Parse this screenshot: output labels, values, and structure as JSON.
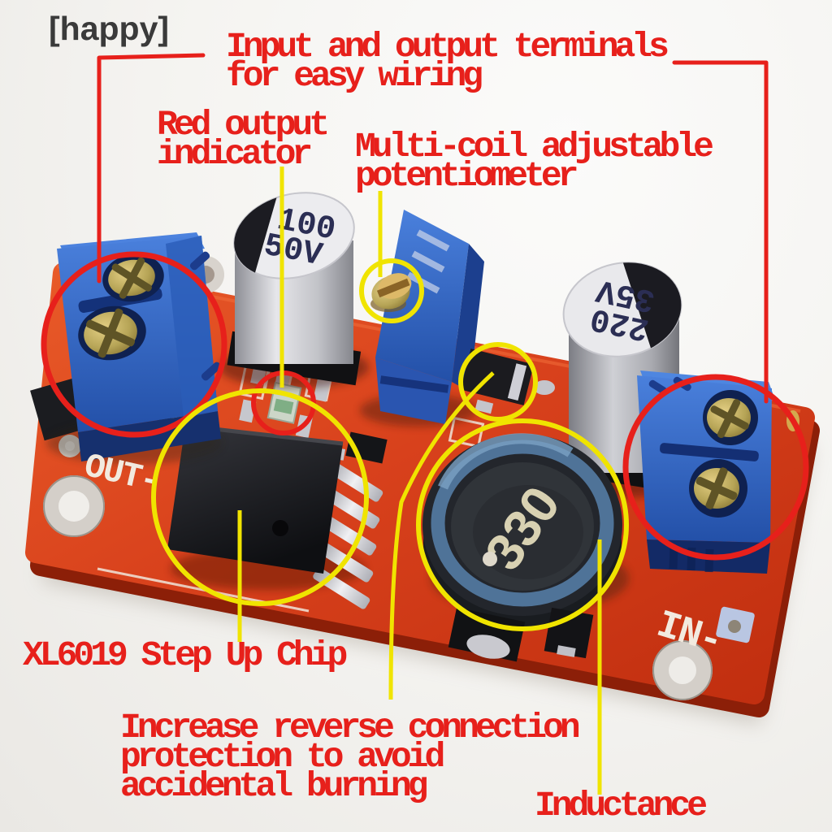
{
  "watermark": {
    "text": "[happy]"
  },
  "annotations": {
    "terminals": {
      "line1": "Input and output terminals",
      "line2": "for easy wiring"
    },
    "indicator": {
      "line1": "Red output",
      "line2": "indicator"
    },
    "potentiometer": {
      "line1": "Multi-coil adjustable",
      "line2": "potentiometer"
    },
    "chip": {
      "line1": "XL6019 Step Up Chip"
    },
    "protection": {
      "line1": "Increase reverse connection",
      "line2": "protection to avoid",
      "line3": "accidental burning"
    },
    "inductance": {
      "line1": "Inductance"
    }
  },
  "board": {
    "silkscreen": {
      "out": "OUT-",
      "in": "IN-"
    },
    "capacitor_left": {
      "value": "100",
      "voltage": "50V"
    },
    "capacitor_right": {
      "value": "220",
      "voltage": "35V"
    },
    "inductor": {
      "value": "330"
    }
  },
  "colors": {
    "annotation_red": "#e7201b",
    "annotation_yellow": "#f0e400",
    "pcb_red": "#d8411c",
    "terminal_blue": "#2e62c0",
    "silkscreen_white": "#f2eadf",
    "watermark_gray": "#3a3a3a",
    "inductor_ring_blue": "#4f7398",
    "capacitor_silver": "#e8e8ec",
    "brass_gold": "#b6a456"
  }
}
